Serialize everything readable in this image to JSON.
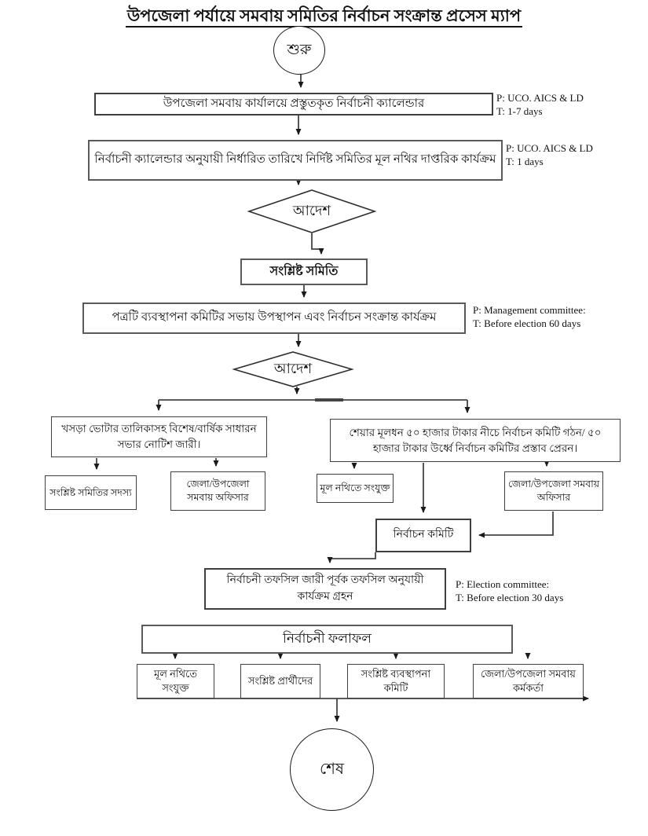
{
  "title": "উপজেলা পর্যায়ে সমবায় সমিতির নির্বাচন সংক্রান্ত প্রসেস ম্যাপ",
  "nodes": {
    "start": "শুরু",
    "calendar": "উপজেলা সমবায় কার্যালয়ে প্রস্তুতকৃত নির্বাচনী ক্যালেন্ডার",
    "official_activity": "নির্বাচনী ক্যালেন্ডার অনুযায়ী নির্ধারিত তারিখে নির্দিষ্ট সমিতির মূল নথির দাপ্তরিক কার্যক্রম",
    "decision1": "আদেশ",
    "related_society": "সংশ্লিষ্ট সমিতি",
    "presentation": "পত্রটি ব্যবস্থাপনা কমিটির সভায় উপস্থাপন এবং নির্বাচন সংক্রান্ত কার্যক্রম",
    "decision2": "আদেশ",
    "left_branch": "খসড়া ভোটার তালিকাসহ বিশেষ/বার্ষিক সাধারন সভার নোটিশ জারী।",
    "right_branch": "শেয়ার মূলধন ৫০ হাজার টাকার নীচে নির্বাচন কমিটি গঠন/ ৫০ হাজার টাকার উর্ধ্বে নির্বাচন কমিটির প্রস্তাব প্রেরন।",
    "society_members": "সংশ্লিষ্ট সমিতির সদস্য",
    "coop_officer_left": "জেলা/উপজেলা সমবায় অফিসার",
    "attached_main_file": "মূল নথিতে সংযুক্ত",
    "coop_officer_right": "জেলা/উপজেলা সমবায় অফিসার",
    "election_committee": "নির্বাচন কমিটি",
    "schedule": "নির্বাচনী তফসিল জারী পূর্বক তফসিল অনুযায়ী কার্যক্রম গ্রহন",
    "results": "নির্বাচনী ফলাফল",
    "result_main_file": "মূল নথিতে সংযুক্ত",
    "result_candidates": "সংশ্লিষ্ট প্রার্থীদের",
    "result_mgmt_committee": "সংশ্লিষ্ট ব্যবস্থাপনা কমিটি",
    "result_coop_officer": "জেলা/উপজেলা সমবায় কর্মকর্তা",
    "end": "শেষ"
  },
  "annotations": {
    "a1_p": "P: UCO. AICS & LD",
    "a1_t": "T: 1-7 days",
    "a2_p": "P: UCO. AICS & LD",
    "a2_t": "T: 1 days",
    "a3_p": "P: Management committee:",
    "a3_t": "T: Before election 60 days",
    "a4_p": "P: Election committee:",
    "a4_t": "T: Before election 30 days"
  },
  "colors": {
    "line": "#444444",
    "arrowhead": "#1a1a1a",
    "border": "#3f3f3f",
    "text": "#111111",
    "background": "#ffffff"
  }
}
